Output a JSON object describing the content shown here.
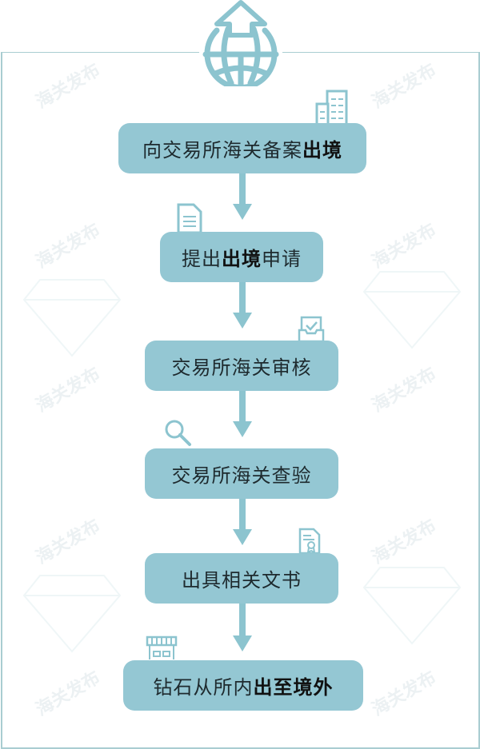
{
  "diagram": {
    "type": "flowchart",
    "direction": "top-to-bottom",
    "header_icon": "globe-upload-icon",
    "accent_color": "#94c7d3",
    "icon_color": "#8cc4cf",
    "steps": [
      {
        "normal": "向交易所海关备案",
        "bold": "出境",
        "icon": "building-icon"
      },
      {
        "prefix": "提出",
        "bold": "出境",
        "suffix": "申请",
        "icon": "document-icon"
      },
      {
        "normal": "交易所海关审核",
        "icon": "inbox-check-icon"
      },
      {
        "normal": "交易所海关查验",
        "icon": "magnifier-icon"
      },
      {
        "normal": "出具相关文书",
        "icon": "certificate-icon"
      },
      {
        "normal": "钻石从所内",
        "bold": "出至境外",
        "icon": "storefront-icon"
      }
    ],
    "watermark": "海关发布"
  }
}
